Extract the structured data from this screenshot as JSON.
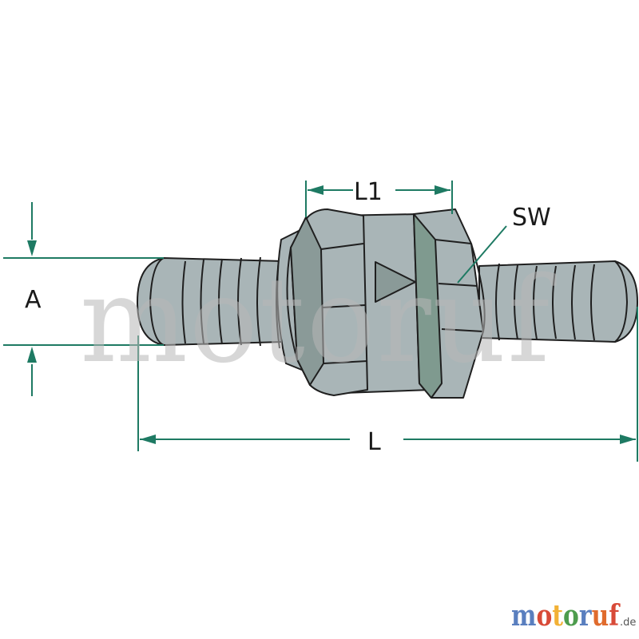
{
  "labels": {
    "l1": "L1",
    "sw": "SW",
    "a": "A",
    "l": "L"
  },
  "watermark": "motoruf",
  "logo": {
    "letters": [
      "m",
      "o",
      "t",
      "o",
      "r",
      "u",
      "f"
    ],
    "letter_colors": [
      "#5a7fbf",
      "#d84a38",
      "#f2b136",
      "#4d9c4d",
      "#5a7fbf",
      "#e06b2d",
      "#d84a38"
    ],
    "suffix": ".de"
  },
  "colors": {
    "dimension_lines": "#1e7a63",
    "part_fill": "#a9b5b7",
    "part_shade": "#8a9a98",
    "hex_shade": "#7f9a8f",
    "outline": "#1f1f1f"
  },
  "icons": [
    "flow-direction-arrow-icon"
  ]
}
